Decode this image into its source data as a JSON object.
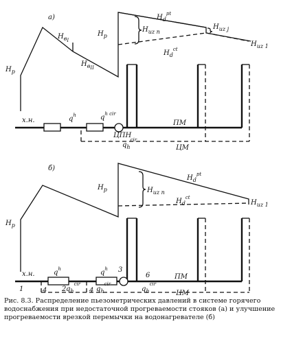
{
  "panel_a": {
    "tag": "а)",
    "H_p": "H",
    "H_p_sub": "p",
    "H_dpt": "H",
    "H_dpt_sub": "d",
    "H_dpt_sup": "pt",
    "H_dct": "H",
    "H_dct_sub": "d",
    "H_dct_sup": "ct",
    "H_bI": "H",
    "H_bI_sub": "в",
    "H_bI_idx": "I",
    "H_bII": "H",
    "H_bII_sub": "в",
    "H_bII_idx": "II",
    "H_uzn": "H",
    "H_uzn_sub": "uz n",
    "H_uzj": "H",
    "H_uzj_sub": "uz j",
    "H_uz1": "H",
    "H_uz1_sub": "uz 1",
    "xn": "х.н.",
    "q_h": "q",
    "q_h_sup": "h",
    "q_hcir": "q",
    "q_hcir_sup": "h cir",
    "q_circ": "q",
    "q_circ_sub": "h",
    "q_circ_sup": "cir",
    "pump": "ЦПН",
    "pm": "ПМ",
    "cm": "ЦМ"
  },
  "panel_b": {
    "tag": "б)",
    "H_p": "H",
    "H_p_sub": "p",
    "H_dpt": "H",
    "H_dpt_sub": "d",
    "H_dpt_sup": "pt",
    "H_dct": "H",
    "H_dct_sub": "d",
    "H_dct_sup": "ct",
    "H_uzn": "H",
    "H_uzn_sub": "uz n",
    "H_uz1": "H",
    "H_uz1_sub": "uz 1",
    "xn": "х.н.",
    "q_h1": "q",
    "q_h1_sup": "h",
    "q_h2": "q",
    "q_h2_sup": "h",
    "q_cir1": "q",
    "q_cir1_sub": "h",
    "q_cir1_sup": "cir",
    "q_cir2": "q",
    "q_cir2_sub": "h",
    "q_cir2_sup": "cir",
    "q_circ": "q",
    "q_circ_sub": "h",
    "q_circ_sup": "cir",
    "n1": "1",
    "n2": "2",
    "n3": "3",
    "n4a": "4",
    "n4b": "4",
    "n6": "6",
    "pm": "ПМ",
    "cm": "ЦМ"
  },
  "caption": "Рис. 8.3. Распределение пьезометрических давлений в системе горячего водоснабжения при недостаточной прогреваемости стояков (а) и улучшение прогреваемости врезкой перемычки на водонагревателе (б)"
}
